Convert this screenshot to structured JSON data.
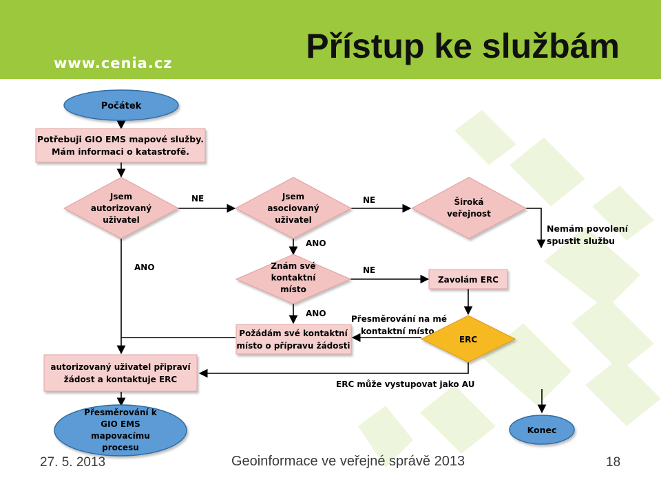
{
  "header": {
    "logo": "www.cenia.cz",
    "title": "Přístup ke službám"
  },
  "flow": {
    "start": "Počátek",
    "need": [
      "Potřebuji GIO EMS mapové služby.",
      "Mám informaci o katastrofě."
    ],
    "q_authorized": [
      "Jsem",
      "autorizovaný",
      "uživatel"
    ],
    "q_associated": [
      "Jsem",
      "asociovaný",
      "uživatel"
    ],
    "public": [
      "Široká",
      "veřejnost"
    ],
    "no_permission": [
      "Nemám povolení",
      "spustit službu"
    ],
    "q_contact": [
      "Znám své",
      "kontaktní",
      "místo"
    ],
    "call_erc": "Zavolám ERC",
    "request_contact": [
      "Požádám své kontaktní",
      "místo o přípravu žádosti"
    ],
    "redirect_contact": [
      "Přesměrování na mé",
      "kontaktní místo"
    ],
    "erc": "ERC",
    "au_prepares": [
      "autorizovaný uživatel připraví",
      "žádost a kontaktuje ERC"
    ],
    "erc_as_au": "ERC může vystupovat jako AU",
    "redirect_gio": [
      "Přesměrování k",
      "GIO EMS",
      "mapovacímu",
      "procesu"
    ],
    "end": "Konec",
    "labels": {
      "ne1": "NE",
      "ne2": "NE",
      "ne3": "NE",
      "ano1": "ANO",
      "ano2": "ANO",
      "ano3": "ANO"
    }
  },
  "colors": {
    "header_green": "#9bc83c",
    "oval_blue": "#5b9bd5",
    "box_pink": "#f6d0cf",
    "diamond_pink": "#f2c3c1",
    "erc_gold": "#f7b924"
  },
  "footer": {
    "date": "27. 5. 2013",
    "text": "Geoinformace ve veřejné správě 2013",
    "page": "18"
  }
}
